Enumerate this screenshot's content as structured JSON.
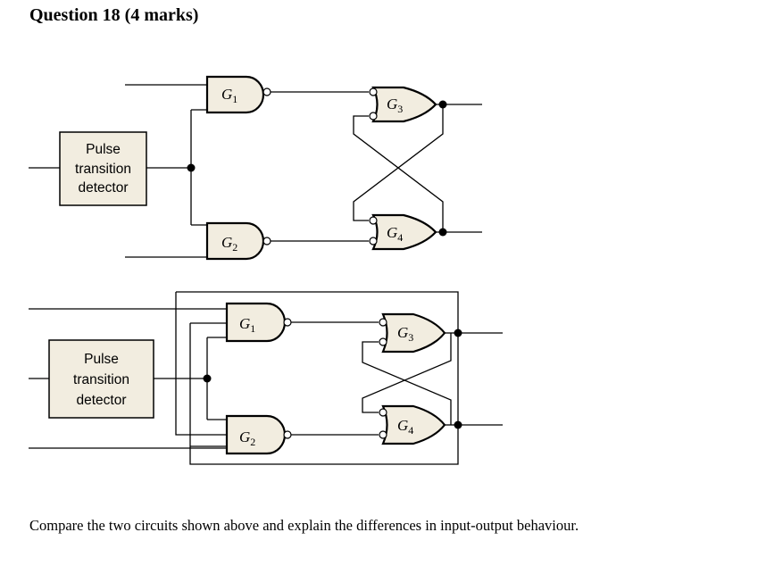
{
  "question": {
    "title": "Question 18 (4 marks)",
    "text": "Compare the two circuits shown above and explain the differences in input-output behaviour."
  },
  "circuit_top": {
    "detector_lines": [
      "Pulse",
      "transition",
      "detector"
    ],
    "gates": [
      {
        "letter": "G",
        "sub": "1"
      },
      {
        "letter": "G",
        "sub": "2"
      },
      {
        "letter": "G",
        "sub": "3"
      },
      {
        "letter": "G",
        "sub": "4"
      }
    ]
  },
  "circuit_bottom": {
    "detector_lines": [
      "Pulse",
      "transition",
      "detector"
    ],
    "gates": [
      {
        "letter": "G",
        "sub": "1"
      },
      {
        "letter": "G",
        "sub": "2"
      },
      {
        "letter": "G",
        "sub": "3"
      },
      {
        "letter": "G",
        "sub": "4"
      }
    ]
  }
}
